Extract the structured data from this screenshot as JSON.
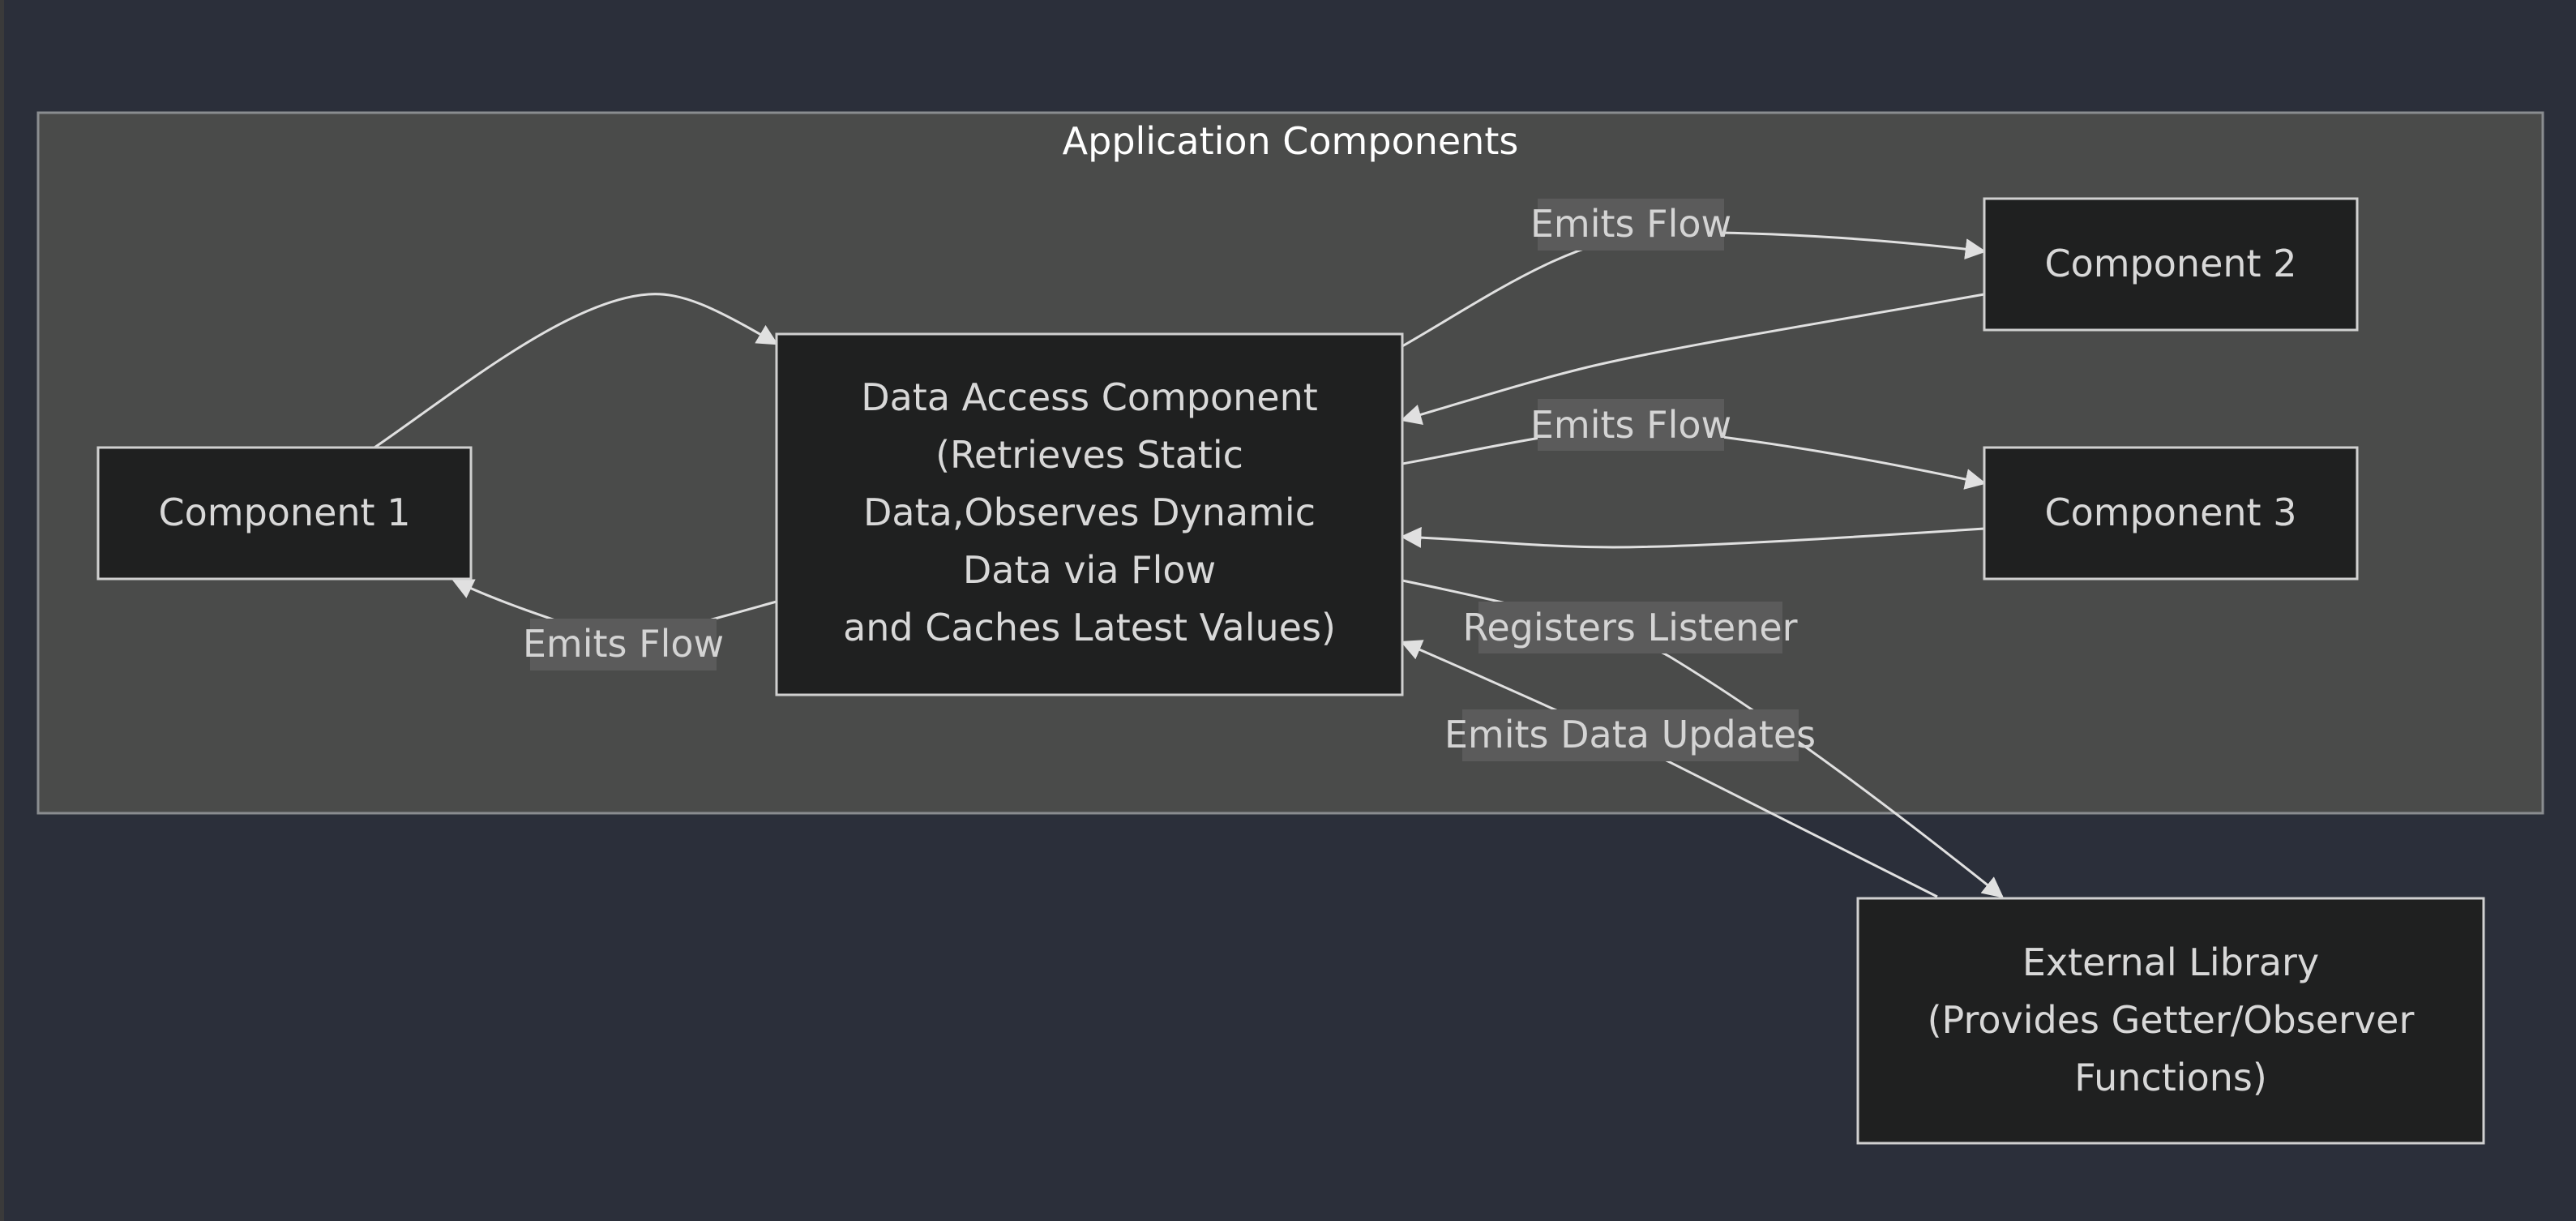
{
  "diagram": {
    "subgraph": {
      "title": "Application Components"
    },
    "nodes": {
      "component1": {
        "lines": [
          "Component 1"
        ]
      },
      "data_access": {
        "lines": [
          "Data Access Component",
          "(Retrieves Static",
          "Data,Observes Dynamic",
          "Data via Flow",
          "and Caches Latest Values)"
        ]
      },
      "component2": {
        "lines": [
          "Component 2"
        ]
      },
      "component3": {
        "lines": [
          "Component 3"
        ]
      },
      "external_library": {
        "lines": [
          "External Library",
          "(Provides Getter/Observer",
          "Functions)"
        ]
      }
    },
    "edges": {
      "dac_to_c1": {
        "label": "Emits Flow"
      },
      "dac_to_c2": {
        "label": "Emits Flow"
      },
      "dac_to_c3": {
        "label": "Emits Flow"
      },
      "dac_to_lib": {
        "label": "Registers Listener"
      },
      "lib_to_dac": {
        "label": "Emits Data Updates"
      }
    },
    "colors": {
      "background": "#2b2f3a",
      "subgraph_fill": "#4a4b4a",
      "subgraph_stroke": "#8a8d90",
      "node_fill": "#1f2020",
      "node_stroke": "#d0d0d0",
      "edge_stroke": "#e0e0e0",
      "label_bg": "#5b5b5b"
    }
  }
}
